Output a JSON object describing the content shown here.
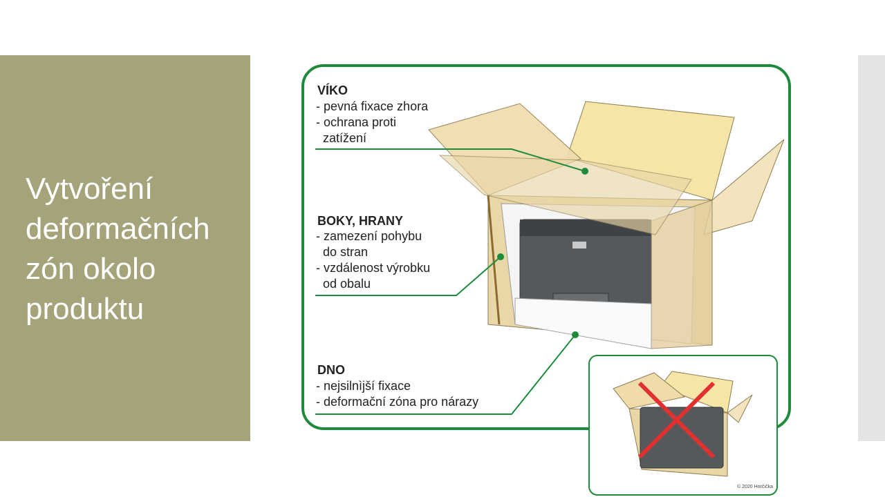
{
  "slide": {
    "title": "Vytvoření\ndeformačních\nzón okolo\nproduktu"
  },
  "diagram": {
    "sections": [
      {
        "heading": "VÍKO",
        "lines": [
          "- pevná fixace zhora",
          "- ochrana proti",
          "  zatížení"
        ]
      },
      {
        "heading": "BOKY, HRANY",
        "lines": [
          "- zamezení pohybu",
          "  do stran",
          "- vzdálenost výrobku",
          "  od obalu"
        ]
      },
      {
        "heading": "DNO",
        "lines": [
          "- nejsilnìjší fixace",
          "- deformační zóna pro nárazy"
        ]
      }
    ],
    "credit": "© 2020 Horčička"
  },
  "colors": {
    "panel": "#a5a37a",
    "frame_green": "#1e8a3c",
    "cardboard": "#f3e2b4",
    "printer": "#56595c",
    "cross": "#e03030"
  }
}
